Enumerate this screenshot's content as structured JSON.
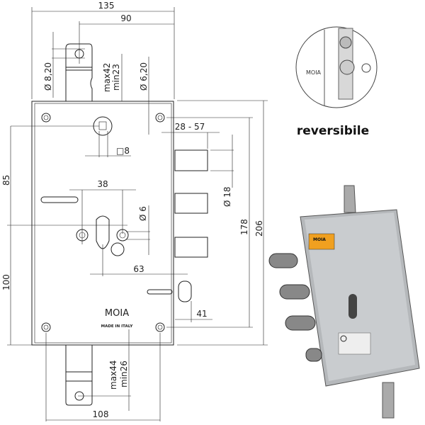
{
  "drawing": {
    "dimensions": {
      "width_total": "135",
      "width_90": "90",
      "hole_top_plate": "Ø 8,20",
      "top_plate_max": "max42",
      "top_plate_min": "min23",
      "fixing_hole": "Ø 6,20",
      "bolt_projection": "28 - 57",
      "spindle": "□8",
      "bolt_diameter": "Ø 18",
      "cylinder_spacing": "38",
      "cylinder_hole": "Ø 6",
      "height_85": "85",
      "height_100": "100",
      "height_178": "178",
      "height_206": "206",
      "backset": "63",
      "latch_41": "41",
      "bottom_plate_max": "max44",
      "bottom_plate_min": "min26",
      "width_108": "108"
    },
    "brand": "MOIA",
    "made_in": "MADE IN ITALY"
  },
  "inset": {
    "caption": "reversibile",
    "label": "MOIA"
  },
  "photo": {
    "label": "MOIA"
  }
}
